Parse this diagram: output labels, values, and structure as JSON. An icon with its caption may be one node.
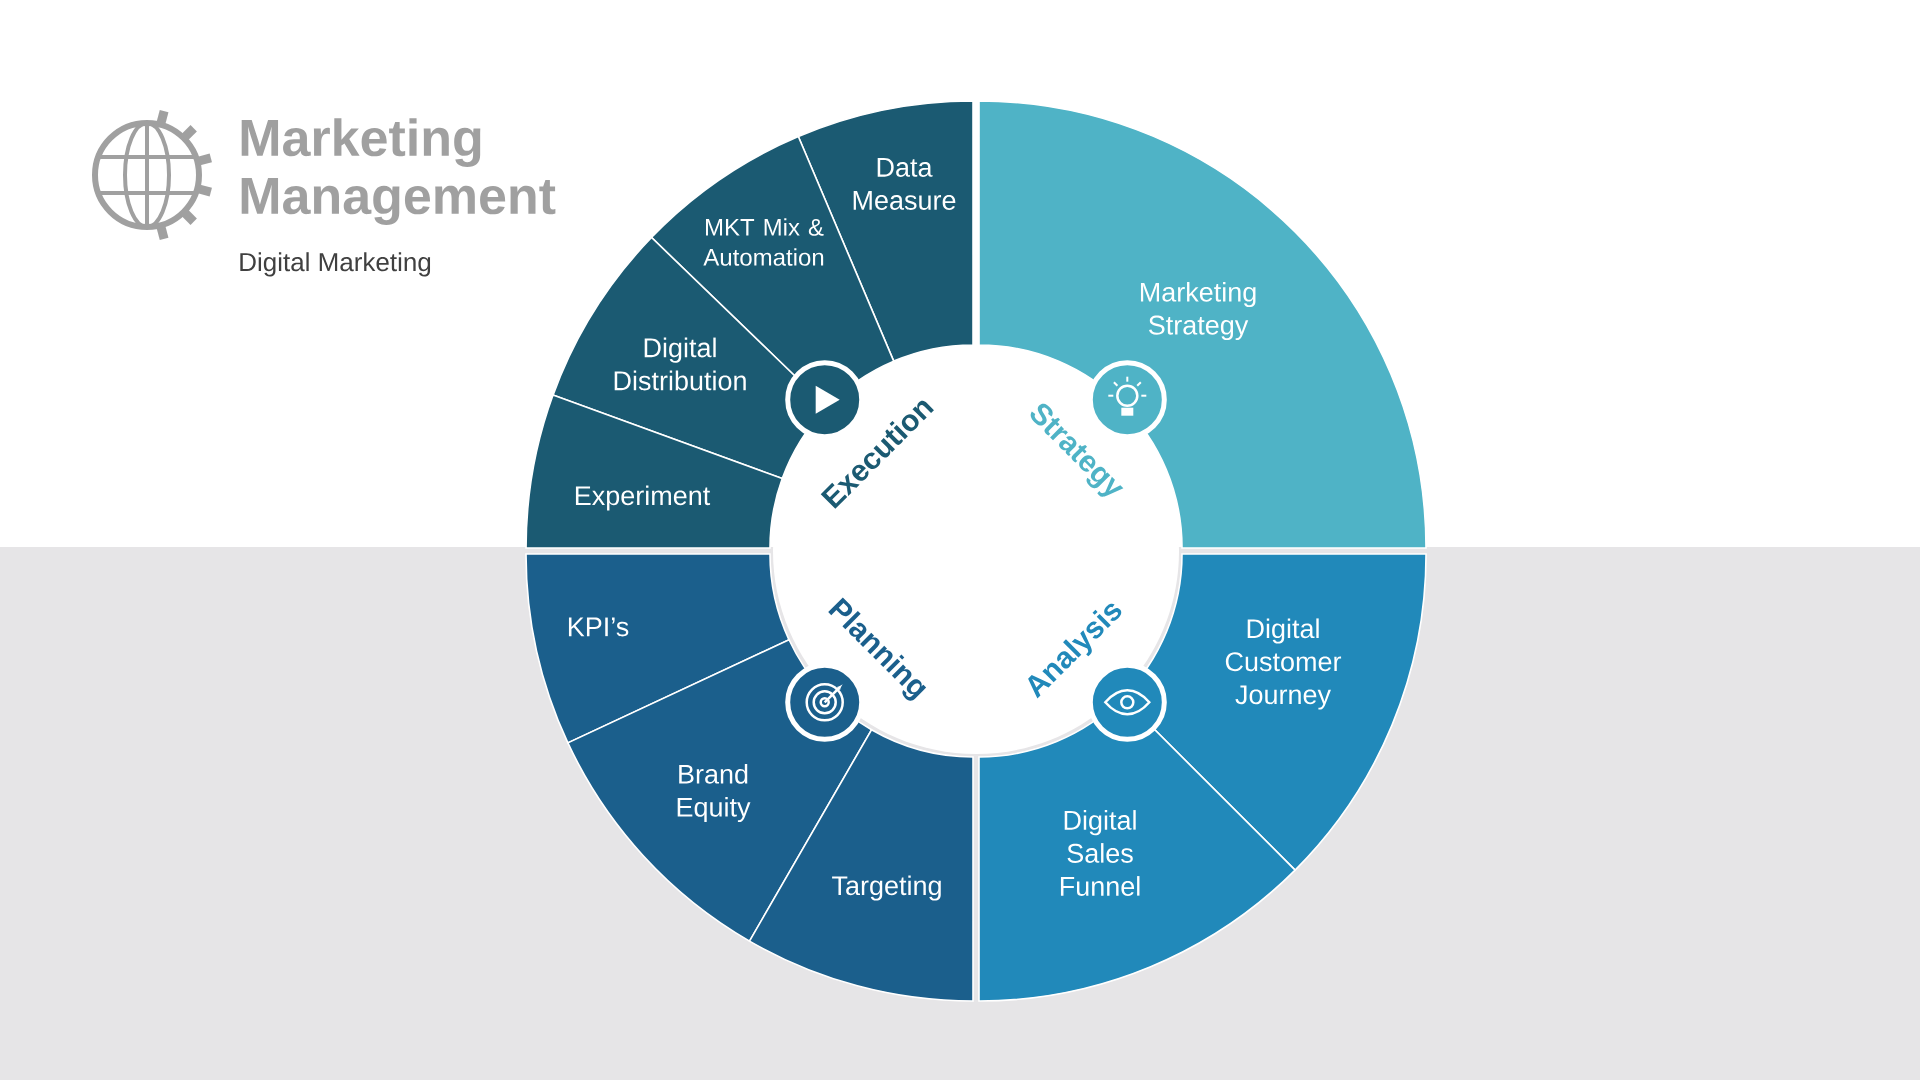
{
  "diagram": {
    "title": "Marketing Management",
    "nodes": [
      {
        "text": [
          "Data Measure"
        ]
      },
      {
        "text": [
          "MKT Mix & Automation"
        ]
      },
      {
        "text": [
          "Digital Distribution"
        ]
      },
      {
        "text": [
          "Experiment"
        ]
      },
      {
        "text": [
          "Marketing Strategy"
        ]
      },
      {
        "text": [
          "Digital Customer Journey"
        ]
      },
      {
        "text": [
          "Digital Sales Funnel"
        ]
      },
      {
        "text": [
          "KPI’s"
        ]
      },
      {
        "text": [
          "Brand Equity"
        ]
      },
      {
        "text": [
          "Targeting"
        ]
      }
    ],
    "edges": [],
    "labels": [
      "Digital Marketing",
      "Execution",
      "Strategy",
      "Planning",
      "Analysis"
    ]
  }
}
